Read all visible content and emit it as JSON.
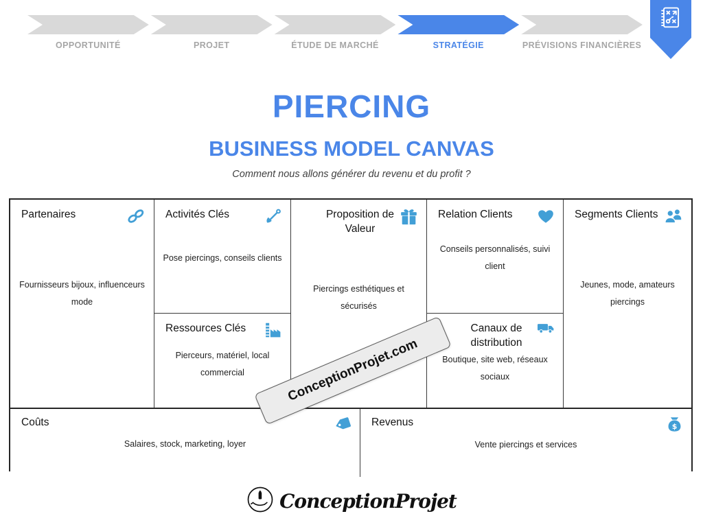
{
  "stepper": {
    "steps": [
      {
        "label": "OPPORTUNITÉ",
        "active": false
      },
      {
        "label": "PROJET",
        "active": false
      },
      {
        "label": "ÉTUDE DE MARCHÉ",
        "active": false
      },
      {
        "label": "STRATÉGIE",
        "active": true
      },
      {
        "label": "PRÉVISIONS FINANCIÈRES",
        "active": false
      }
    ]
  },
  "header": {
    "title": "PIERCING",
    "subtitle": "BUSINESS MODEL CANVAS",
    "question": "Comment nous allons générer du revenu et du profit ?"
  },
  "canvas": {
    "partenaires": {
      "title": "Partenaires",
      "icon": "chain-link-icon",
      "content": "Fournisseurs bijoux, influenceurs mode"
    },
    "activites": {
      "title": "Activités Clés",
      "icon": "shovel-icon",
      "content": "Pose piercings, conseils clients"
    },
    "ressources": {
      "title": "Ressources Clés",
      "icon": "factory-icon",
      "content": "Pierceurs, matériel, local commercial"
    },
    "proposition": {
      "title": "Proposition de Valeur",
      "icon": "gift-icon",
      "content": "Piercings esthétiques et sécurisés"
    },
    "relation": {
      "title": "Relation Clients",
      "icon": "heart-icon",
      "content": "Conseils personnalisés, suivi client"
    },
    "canaux": {
      "title": "Canaux de distribution",
      "icon": "truck-icon",
      "content": "Boutique, site web, réseaux sociaux"
    },
    "segments": {
      "title": "Segments Clients",
      "icon": "users-icon",
      "content": "Jeunes, mode, amateurs piercings"
    },
    "couts": {
      "title": "Coûts",
      "icon": "price-tag-icon",
      "content": "Salaires, stock, marketing, loyer"
    },
    "revenus": {
      "title": "Revenus",
      "icon": "money-bag-icon",
      "content": "Vente piercings et services"
    }
  },
  "watermark": {
    "text": "ConceptionProjet.com"
  },
  "footer": {
    "brand": "ConceptionProjet"
  },
  "colors": {
    "accent_blue": "#4a86e8",
    "icon_blue": "#429fd6",
    "inactive_gray": "#d9d9d9",
    "label_gray": "#a6a6a6",
    "border_dark": "#262626"
  }
}
